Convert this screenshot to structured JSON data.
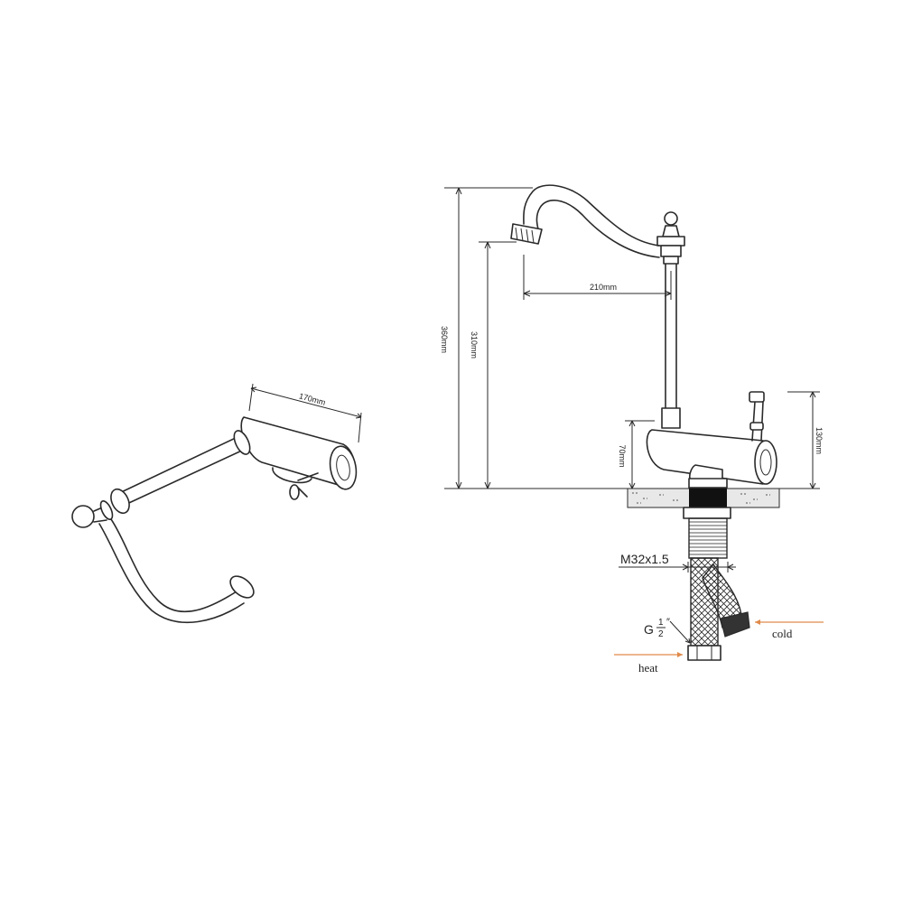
{
  "colors": {
    "line": "#2a2a2a",
    "arrow": "#e08a4a"
  },
  "top_view": {
    "dim_width": "170mm"
  },
  "side_view": {
    "dim_total_height": "360mm",
    "dim_spout_height": "310mm",
    "dim_reach": "210mm",
    "dim_body_height": "70mm",
    "dim_handle_height": "130mm",
    "thread_label": "M32x1.5",
    "fitting_letter": "G",
    "fitting_numerator": "1",
    "fitting_denominator": "2",
    "fitting_mark": "″",
    "cold_label": "cold",
    "heat_label": "heat"
  }
}
